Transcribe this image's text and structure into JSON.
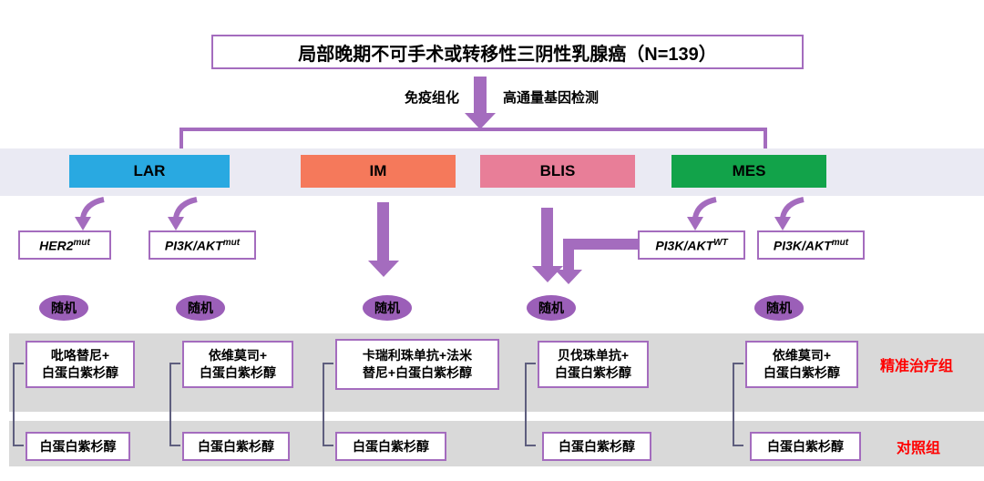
{
  "title": "局部晚期不可手术或转移性三阴性乳腺癌（N=139）",
  "branch_labels": {
    "left": "免疫组化",
    "right": "高通量基因检测"
  },
  "subtypes": [
    {
      "label": "LAR",
      "color": "#29A9E1"
    },
    {
      "label": "IM",
      "color": "#F5795B"
    },
    {
      "label": "BLIS",
      "color": "#E87E98"
    },
    {
      "label": "MES",
      "color": "#12A34A"
    }
  ],
  "mutations": [
    {
      "base": "HER2",
      "sup": "mut"
    },
    {
      "base": "PI3K/AKT",
      "sup": "mut"
    },
    {
      "base": "PI3K/AKT",
      "sup": "WT"
    },
    {
      "base": "PI3K/AKT",
      "sup": "mut"
    }
  ],
  "randomize_label": "随机",
  "arms": [
    {
      "precision_line1": "吡咯替尼+",
      "precision_line2": "白蛋白紫杉醇",
      "control": "白蛋白紫杉醇"
    },
    {
      "precision_line1": "依维莫司+",
      "precision_line2": "白蛋白紫杉醇",
      "control": "白蛋白紫杉醇"
    },
    {
      "precision_line1": "卡瑞利珠单抗+法米",
      "precision_line2": "替尼+白蛋白紫杉醇",
      "control": "白蛋白紫杉醇"
    },
    {
      "precision_line1": "贝伐珠单抗+",
      "precision_line2": "白蛋白紫杉醇",
      "control": "白蛋白紫杉醇"
    },
    {
      "precision_line1": "依维莫司+",
      "precision_line2": "白蛋白紫杉醇",
      "control": "白蛋白紫杉醇"
    }
  ],
  "group_labels": {
    "precision": "精准治疗组",
    "control": "对照组"
  },
  "colors": {
    "purple_accent": "#A46CBE",
    "lar": "#29A9E1",
    "im": "#F5795B",
    "blis": "#E87E98",
    "mes": "#12A34A",
    "subtype_band": "#EAEAF3",
    "gray_row": "#D9D9D9",
    "group_label_text": "#FF0000"
  }
}
